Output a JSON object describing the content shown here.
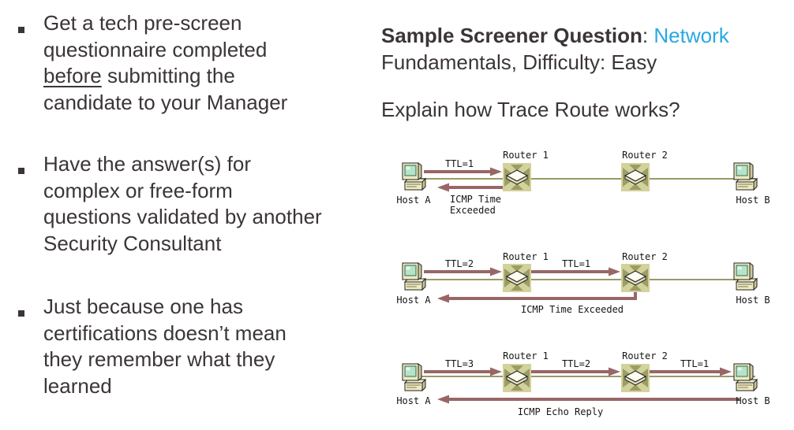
{
  "slide": {
    "background": "#ffffff",
    "text_color": "#3b3537",
    "accent_blue": "#29a8e2"
  },
  "left_panel": {
    "marker_style": "small-square",
    "bullets": {
      "b1": {
        "l1": "Get a tech pre-screen",
        "l2": "questionnaire completed",
        "l3_underlined": "before",
        "l3_rest": " submitting the",
        "l4": "candidate to your Manager"
      },
      "b2": {
        "l1": "Have the answer(s) for",
        "l2": "complex or free-form",
        "l3": "questions validated by another",
        "l4": "Security Consultant"
      },
      "b3": {
        "l1": "Just because one has",
        "l2": "certifications doesn’t mean",
        "l3": "they remember what they",
        "l4": "learned"
      }
    }
  },
  "right_panel": {
    "heading": {
      "bold": "Sample Screener Question",
      "sep": ": ",
      "topic": "Network",
      "line2": "Fundamentals, Difficulty: Easy"
    },
    "question": "Explain how Trace Route works?"
  },
  "diagram": {
    "hosts": {
      "a": "Host A",
      "b": "Host B"
    },
    "routers": {
      "r1": "Router 1",
      "r2": "Router 2"
    },
    "rows": [
      {
        "ttl1": "TTL=1",
        "icmp_l1": "ICMP Time",
        "icmp_l2": "Exceeded"
      },
      {
        "ttl1": "TTL=2",
        "ttl2": "TTL=1",
        "icmp": "ICMP Time Exceeded"
      },
      {
        "ttl1": "TTL=3",
        "ttl2": "TTL=2",
        "ttl3": "TTL=1",
        "icmp": "ICMP Echo Reply"
      }
    ],
    "colors": {
      "arrow": "#996666",
      "link_line": "#999966",
      "router_bg": "#d2d29c",
      "router_pattern": "#9c9c64",
      "computer_body": "#efeac2",
      "screen": "#b7e3c8",
      "label_text": "#151515"
    }
  }
}
